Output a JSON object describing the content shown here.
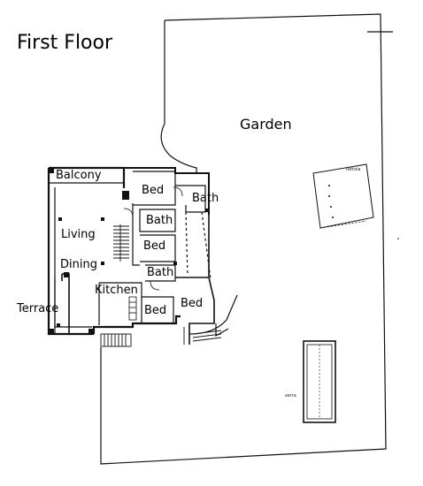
{
  "title": "First Floor",
  "rooms": {
    "garden": "Garden",
    "balcony": "Balcony",
    "bed_top": "Bed",
    "bath_top_right": "Bath",
    "bath_upper": "Bath",
    "living": "Living",
    "bed_middle": "Bed",
    "dining": "Dining",
    "bath_lower": "Bath",
    "kitchen": "Kitchen",
    "bed_lower_left": "Bed",
    "bed_lower_right": "Bed",
    "terrace": "Terrace"
  },
  "annotations": {
    "tettoia": "tettoia",
    "serra": "serra"
  }
}
